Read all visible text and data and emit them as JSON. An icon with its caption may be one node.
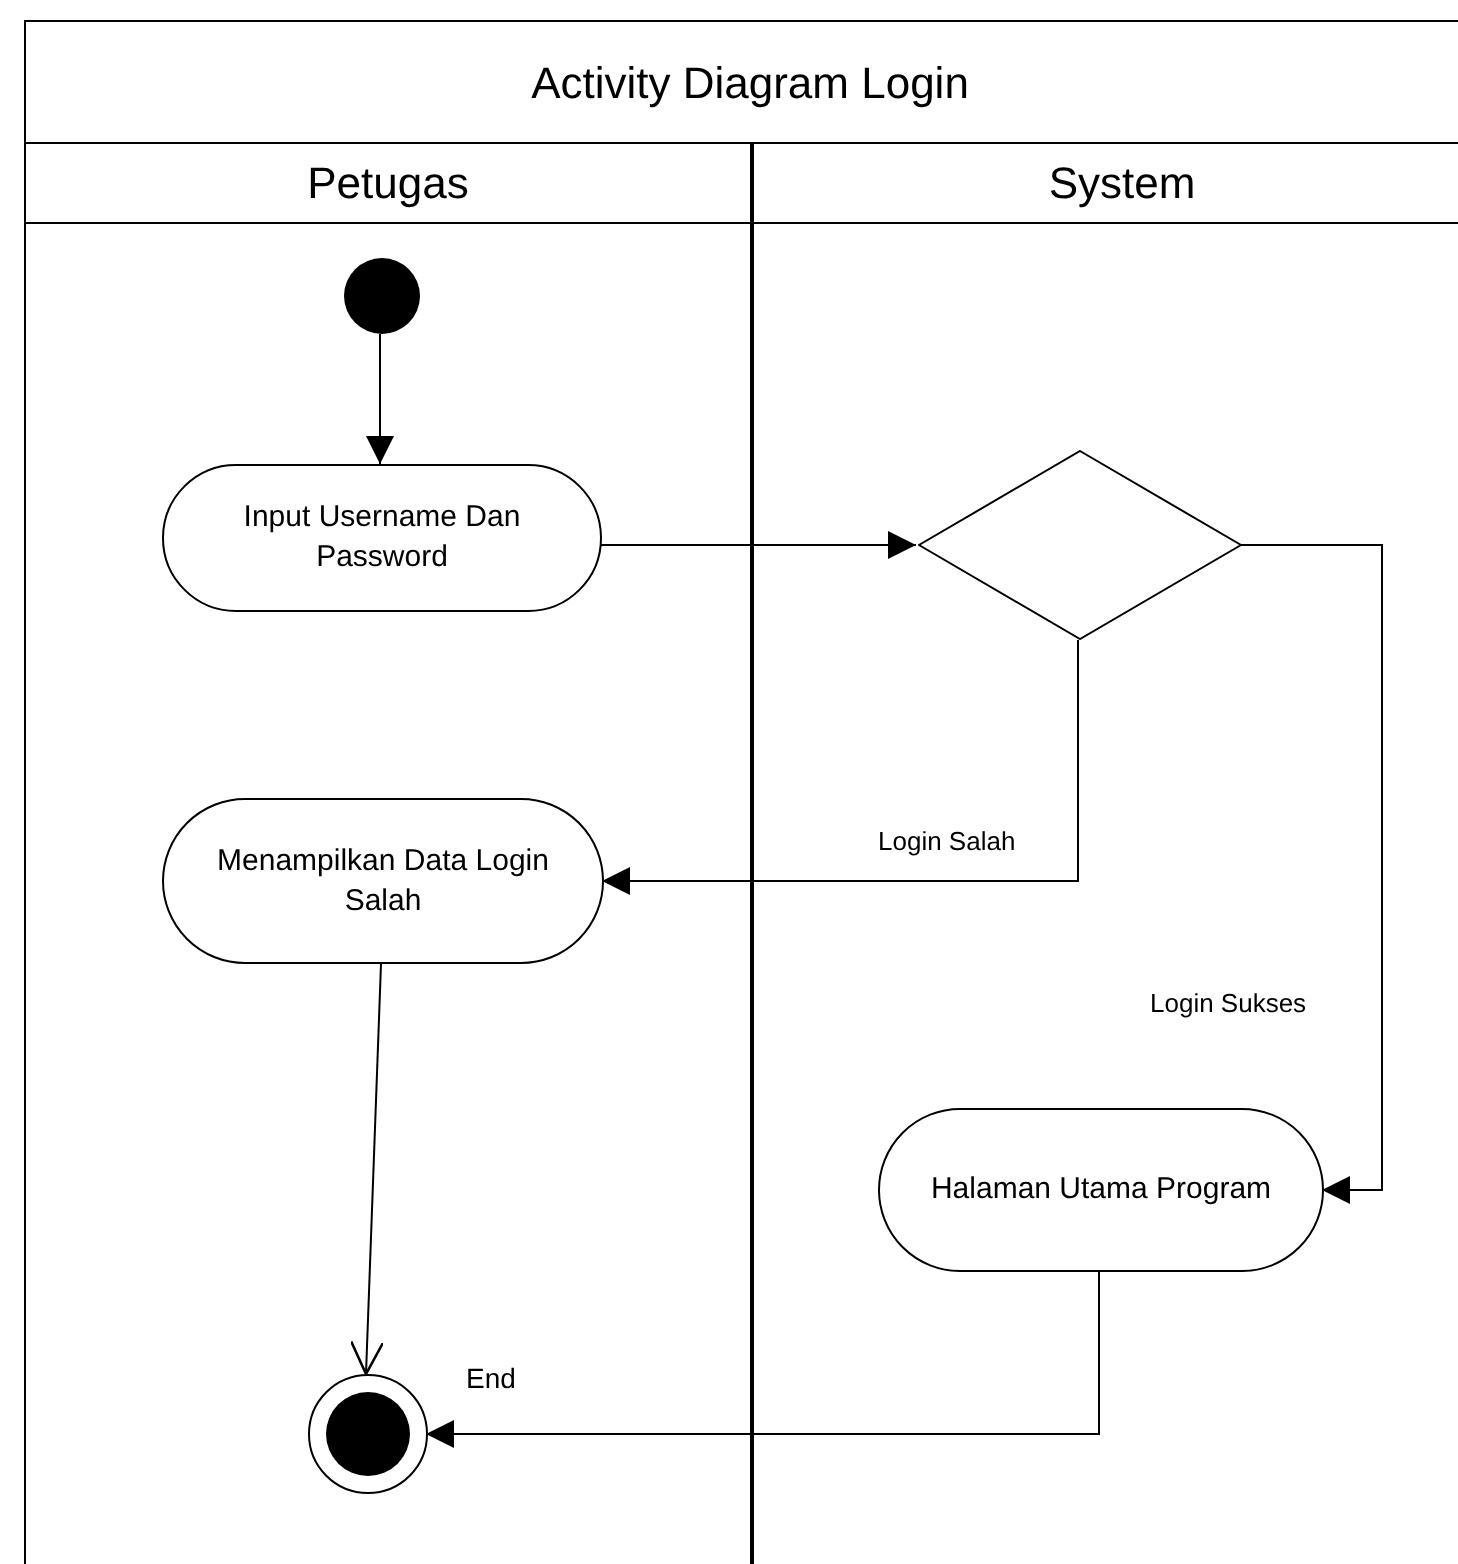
{
  "diagram": {
    "title": "Activity Diagram Login",
    "nodes": [
      {
        "text": [
          "Petugas"
        ]
      },
      {
        "text": [
          "System"
        ]
      },
      {
        "text": [],
        "shape": "circle",
        "in": 0
      },
      {
        "text": [
          "Input Username Dan Password"
        ],
        "in": 0
      },
      {
        "text": [],
        "shape": "diamond",
        "in": 1
      },
      {
        "text": [
          "Menampilkan Data Login Salah"
        ],
        "in": 0
      },
      {
        "text": [
          "Halaman Utama Program"
        ],
        "in": 1
      },
      {
        "text": [],
        "shape": "circle",
        "in": 0,
        "beside": [
          "End"
        ]
      }
    ],
    "edges": [
      {
        "from": 2,
        "to": 3,
        "arrow": "to"
      },
      {
        "from": 3,
        "to": 4,
        "arrow": "to"
      },
      {
        "from": 4,
        "to": 5,
        "arrow": "to",
        "label": "Login Salah"
      },
      {
        "from": 4,
        "to": 6,
        "arrow": "to",
        "label": "Login Sukses"
      },
      {
        "from": 5,
        "to": 7,
        "arrow": "to"
      },
      {
        "from": 6,
        "to": 7,
        "arrow": "to"
      }
    ]
  }
}
